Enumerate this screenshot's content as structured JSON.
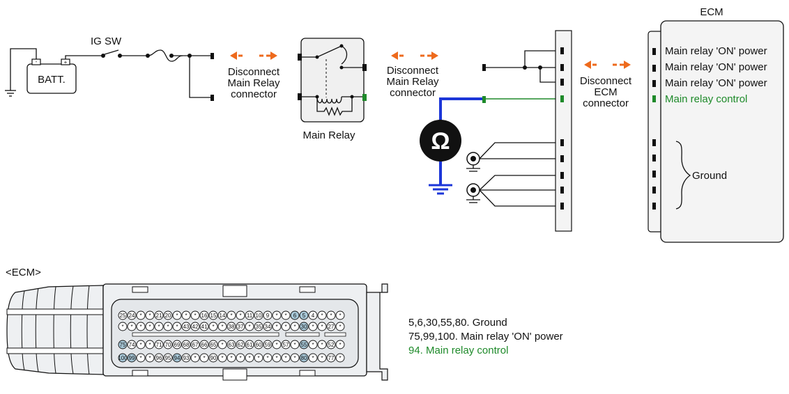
{
  "colors": {
    "arrow": "#ee6a1c",
    "control": "#1e8a2a",
    "probe": "#1c36d8",
    "pin_highlight": "#a9c9d9",
    "line": "#111111"
  },
  "circuit": {
    "ig_sw": "IG SW",
    "batt": "BATT.",
    "batt_minus": "-",
    "batt_plus": "+",
    "disconnect_main_relay_1": [
      "Disconnect",
      "Main Relay",
      "connector"
    ],
    "disconnect_main_relay_2": [
      "Disconnect",
      "Main Relay",
      "connector"
    ],
    "main_relay": "Main Relay",
    "disconnect_ecm": [
      "Disconnect",
      "ECM",
      "connector"
    ],
    "ecm_title": "ECM",
    "ohm_symbol": "Ω",
    "ecm_pins": [
      {
        "label": "Main relay 'ON' power",
        "color": "#111111"
      },
      {
        "label": "Main relay 'ON' power",
        "color": "#111111"
      },
      {
        "label": "Main relay 'ON' power",
        "color": "#111111"
      },
      {
        "label": "Main relay control",
        "color": "#1e8a2a"
      }
    ],
    "ground_label": "Ground"
  },
  "connector": {
    "title": "<ECM>",
    "rows": [
      [
        "25",
        "24",
        "*",
        "*",
        "21",
        "20",
        "*",
        "*",
        "*",
        "16",
        "15",
        "14",
        "*",
        "*",
        "11",
        "10",
        "9",
        "*",
        "*",
        "6",
        "5",
        "4",
        "*",
        "*",
        "*"
      ],
      [
        "*",
        "*",
        "*",
        "*",
        "*",
        "*",
        "*",
        "43",
        "42",
        "41",
        "*",
        "*",
        "38",
        "37",
        "*",
        "35",
        "34",
        "*",
        "*",
        "*",
        "30",
        "*",
        "*",
        "27",
        "*"
      ],
      [
        "75",
        "74",
        "*",
        "*",
        "71",
        "70",
        "69",
        "68",
        "67",
        "66",
        "65",
        "*",
        "63",
        "62",
        "61",
        "60",
        "59",
        "*",
        "57",
        "*",
        "55",
        "*",
        "*",
        "52",
        "*"
      ],
      [
        "100",
        "99",
        "*",
        "*",
        "96",
        "95",
        "94",
        "93",
        "*",
        "*",
        "90",
        "*",
        "*",
        "*",
        "*",
        "*",
        "*",
        "*",
        "*",
        "*",
        "80",
        "*",
        "*",
        "77",
        "*"
      ]
    ],
    "highlighted": [
      "5",
      "6",
      "30",
      "55",
      "75",
      "80",
      "94",
      "99",
      "100"
    ]
  },
  "legend": [
    {
      "text": "5,6,30,55,80. Ground",
      "color": "#111111"
    },
    {
      "text": "75,99,100. Main relay 'ON' power",
      "color": "#111111"
    },
    {
      "text": "94. Main relay control",
      "color": "#1e8a2a"
    }
  ]
}
